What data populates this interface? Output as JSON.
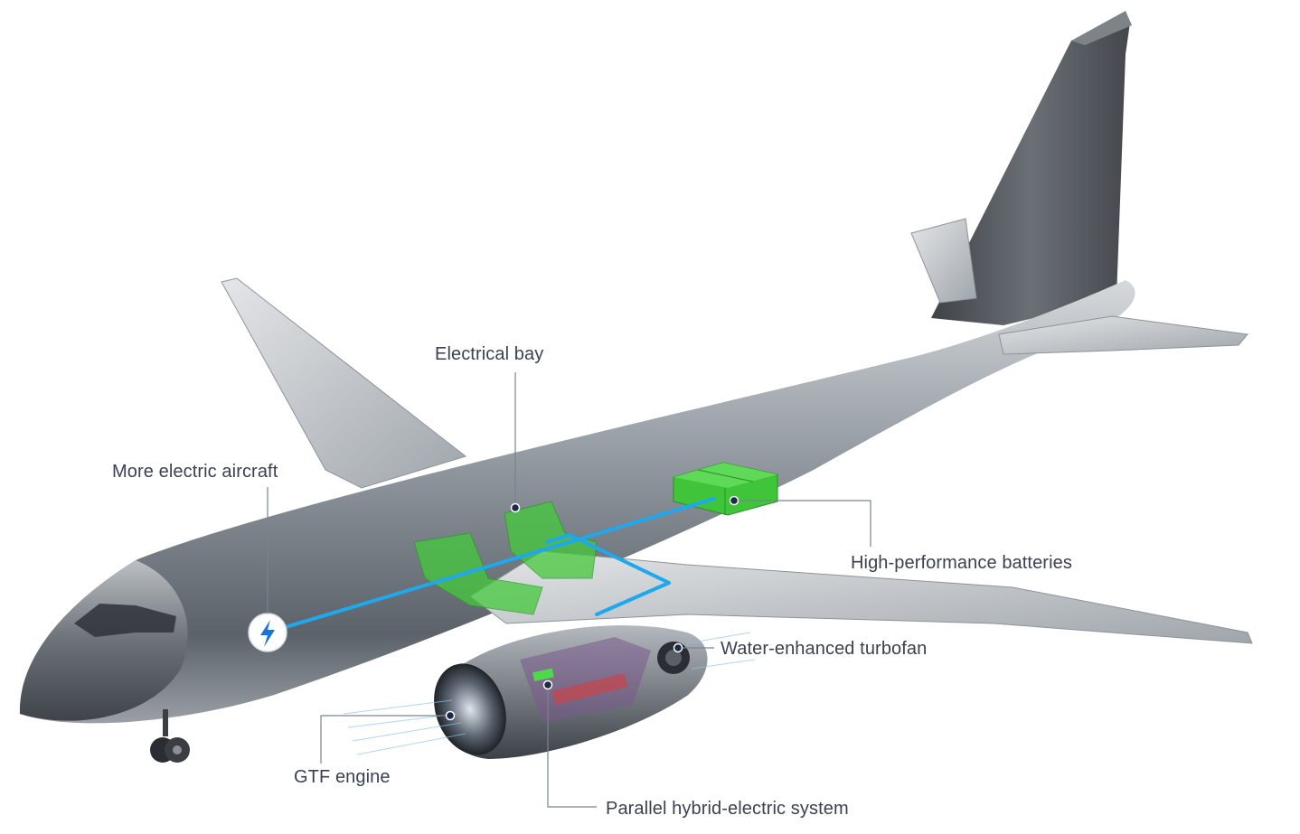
{
  "diagram": {
    "subject": "aircraft-cutaway",
    "colors": {
      "fuselage": "#8f959c",
      "fuselage_dark": "#4a5057",
      "tail": "#55595f",
      "battery_green": "#3fc43a",
      "power_line_blue": "#1ea8ee",
      "callout_text": "#3a4150",
      "leader_line": "#7b8290",
      "callout_dot": "#1a2a4a"
    },
    "icons": {
      "electric_marker": "lightning-bolt-icon"
    },
    "callouts": {
      "more_electric_aircraft": "More electric aircraft",
      "electrical_bay": "Electrical bay",
      "high_performance_batteries": "High-performance batteries",
      "water_enhanced_turbofan": "Water-enhanced turbofan",
      "gtf_engine": "GTF engine",
      "parallel_hybrid_electric_system": "Parallel hybrid-electric system"
    }
  }
}
